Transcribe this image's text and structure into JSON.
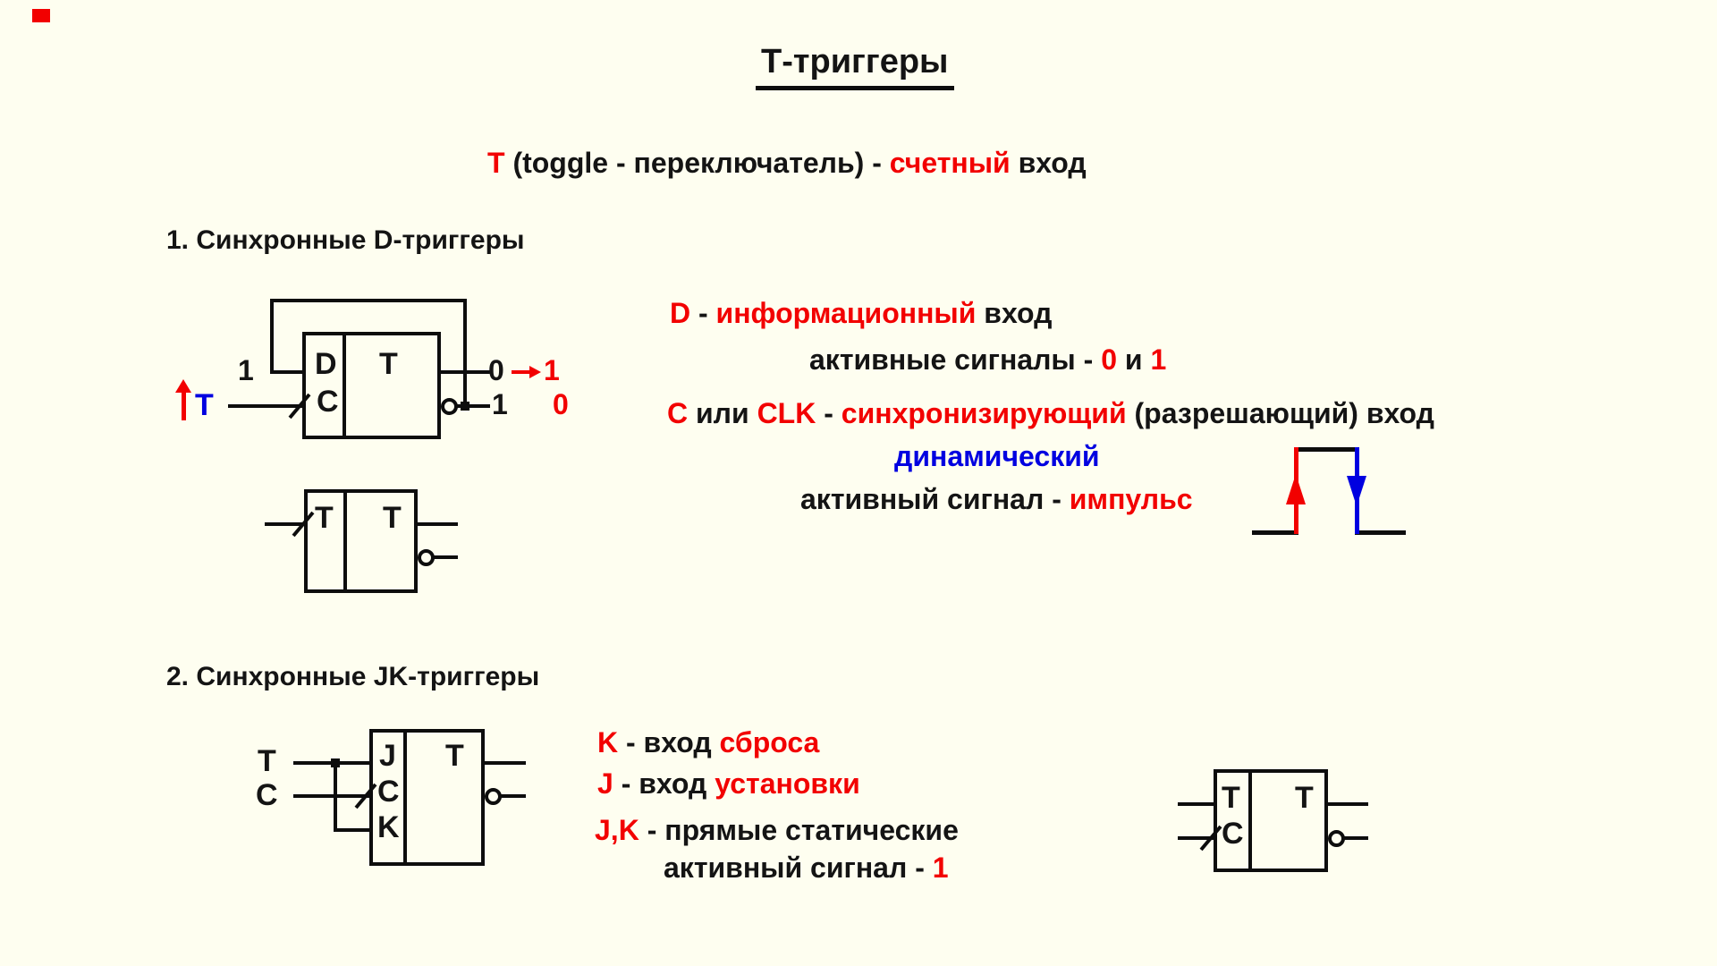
{
  "window": {
    "background": "#fefef0"
  },
  "colors": {
    "red": "#f20000",
    "blue": "#0000e0",
    "black": "#141414"
  },
  "cursor_marker": {
    "present": true
  },
  "title": "Т-триггеры",
  "subtitle": [
    {
      "text": "Т ",
      "c": "red"
    },
    {
      "text": "(toggle - переключатель) - ",
      "c": "black"
    },
    {
      "text": "счетный",
      "c": "red"
    },
    {
      "text": "  вход",
      "c": "black"
    }
  ],
  "section1": {
    "heading": "1. Синхронные D-триггеры",
    "notes": {
      "line1": [
        {
          "text": "D",
          "c": "red"
        },
        {
          "text": " - ",
          "c": "black"
        },
        {
          "text": "информационный",
          "c": "red"
        },
        {
          "text": " вход",
          "c": "black"
        }
      ],
      "line2": [
        {
          "text": "активные сигналы - ",
          "c": "black"
        },
        {
          "text": "0",
          "c": "red"
        },
        {
          "text": " и ",
          "c": "black"
        },
        {
          "text": "1",
          "c": "red"
        }
      ],
      "line3": [
        {
          "text": "С",
          "c": "red"
        },
        {
          "text": " или ",
          "c": "black"
        },
        {
          "text": "CLK",
          "c": "red"
        },
        {
          "text": " - ",
          "c": "black"
        },
        {
          "text": "синхронизирующий",
          "c": "red"
        },
        {
          "text": " (разрешающий) вход",
          "c": "black"
        }
      ],
      "line4": "динамический",
      "line5": [
        {
          "text": "активный сигнал - ",
          "c": "black"
        },
        {
          "text": " импульс",
          "c": "red"
        }
      ]
    },
    "dff": {
      "d_label": "D",
      "c_label": "C",
      "t_label": "T",
      "d_input_value": "1",
      "t_input_label": "T",
      "q_value": "0",
      "q_next_value": "1",
      "qn_value": "1",
      "qn_next_value": "0"
    },
    "tff": {
      "t_in_label": "T",
      "t_out_label": "T"
    }
  },
  "section2": {
    "heading": "2. Синхронные JK-триггеры",
    "notes": {
      "line1": [
        {
          "text": "K",
          "c": "red"
        },
        {
          "text": "  - вход ",
          "c": "black"
        },
        {
          "text": "сброса",
          "c": "red"
        }
      ],
      "line2": [
        {
          "text": "J",
          "c": "red"
        },
        {
          "text": "  - вход ",
          "c": "black"
        },
        {
          "text": "установки",
          "c": "red"
        }
      ],
      "line3": [
        {
          "text": "J,K",
          "c": "red"
        },
        {
          "text": " - прямые статические",
          "c": "black"
        }
      ],
      "line4": [
        {
          "text": "активный сигнал - ",
          "c": "black"
        },
        {
          "text": "1",
          "c": "red"
        }
      ]
    },
    "jkff": {
      "j_label": "J",
      "c_label": "C",
      "k_label": "K",
      "t_label": "T",
      "t_input_label": "T",
      "c_input_label": "C"
    },
    "tff": {
      "t_in_label": "T",
      "c_in_label": "C",
      "t_out_label": "T"
    }
  }
}
